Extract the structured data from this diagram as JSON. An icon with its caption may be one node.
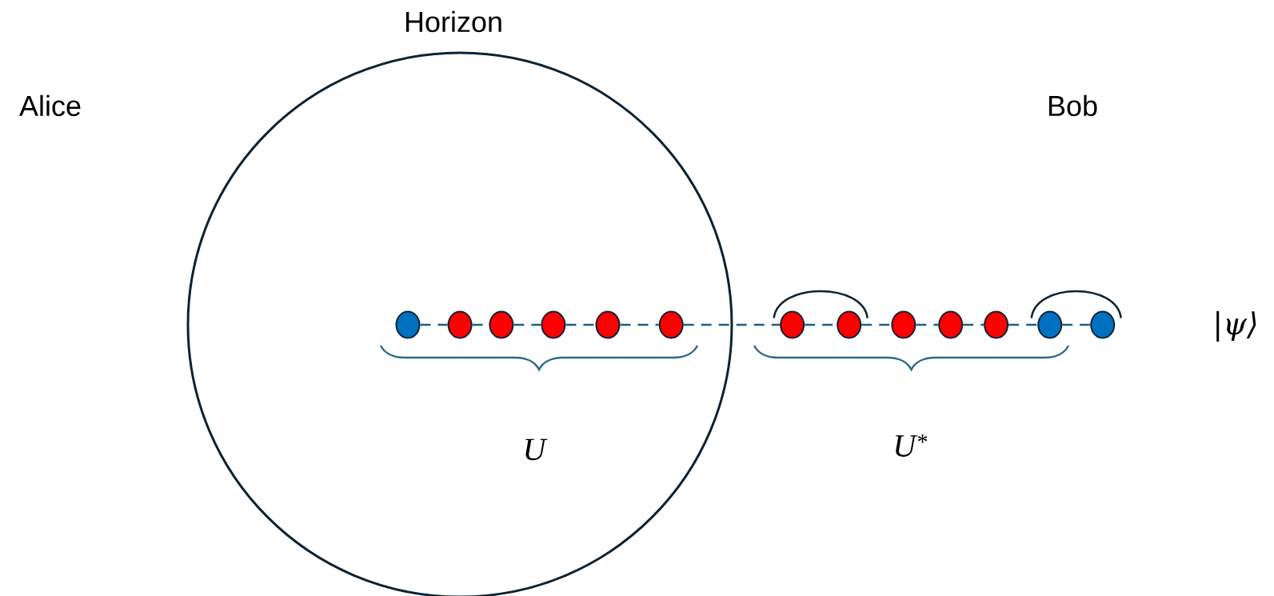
{
  "diagram": {
    "nodes": [
      {
        "text": [
          "Horizon"
        ]
      },
      {
        "text": [],
        "shape": "circle",
        "in": 0
      },
      {
        "text": [],
        "shape": "circle",
        "in": 0
      },
      {
        "text": [],
        "shape": "circle",
        "in": 0
      },
      {
        "text": [],
        "shape": "circle",
        "in": 0
      },
      {
        "text": [],
        "shape": "circle",
        "in": 0
      },
      {
        "text": [],
        "shape": "circle",
        "in": 0
      },
      {
        "text": [],
        "shape": "circle"
      },
      {
        "text": [],
        "shape": "circle"
      },
      {
        "text": [],
        "shape": "circle"
      },
      {
        "text": [],
        "shape": "circle"
      },
      {
        "text": [],
        "shape": "circle"
      },
      {
        "text": [],
        "shape": "circle"
      },
      {
        "text": [],
        "shape": "circle"
      }
    ],
    "edges": [
      {
        "from": 1,
        "to": 2,
        "arrow": "none",
        "style": "dashed"
      },
      {
        "from": 2,
        "to": 3,
        "arrow": "none",
        "style": "dashed"
      },
      {
        "from": 3,
        "to": 4,
        "arrow": "none",
        "style": "dashed"
      },
      {
        "from": 4,
        "to": 5,
        "arrow": "none",
        "style": "dashed"
      },
      {
        "from": 5,
        "to": 6,
        "arrow": "none",
        "style": "dashed"
      },
      {
        "from": 6,
        "to": 7,
        "arrow": "none",
        "style": "dashed"
      },
      {
        "from": 7,
        "to": 8,
        "arrow": "none",
        "style": "dashed"
      },
      {
        "from": 8,
        "to": 9,
        "arrow": "none",
        "style": "dashed"
      },
      {
        "from": 9,
        "to": 10,
        "arrow": "none",
        "style": "dashed"
      },
      {
        "from": 10,
        "to": 11,
        "arrow": "none",
        "style": "dashed"
      },
      {
        "from": 11,
        "to": 12,
        "arrow": "none",
        "style": "dashed"
      },
      {
        "from": 12,
        "to": 13,
        "arrow": "none",
        "style": "dashed"
      },
      {
        "from": 7,
        "to": 8,
        "arrow": "none"
      },
      {
        "from": 12,
        "to": 13,
        "arrow": "none"
      }
    ],
    "labels": [
      "Alice",
      "Bob",
      "U",
      "U$^{*}$",
      "|ψ⟩"
    ]
  }
}
